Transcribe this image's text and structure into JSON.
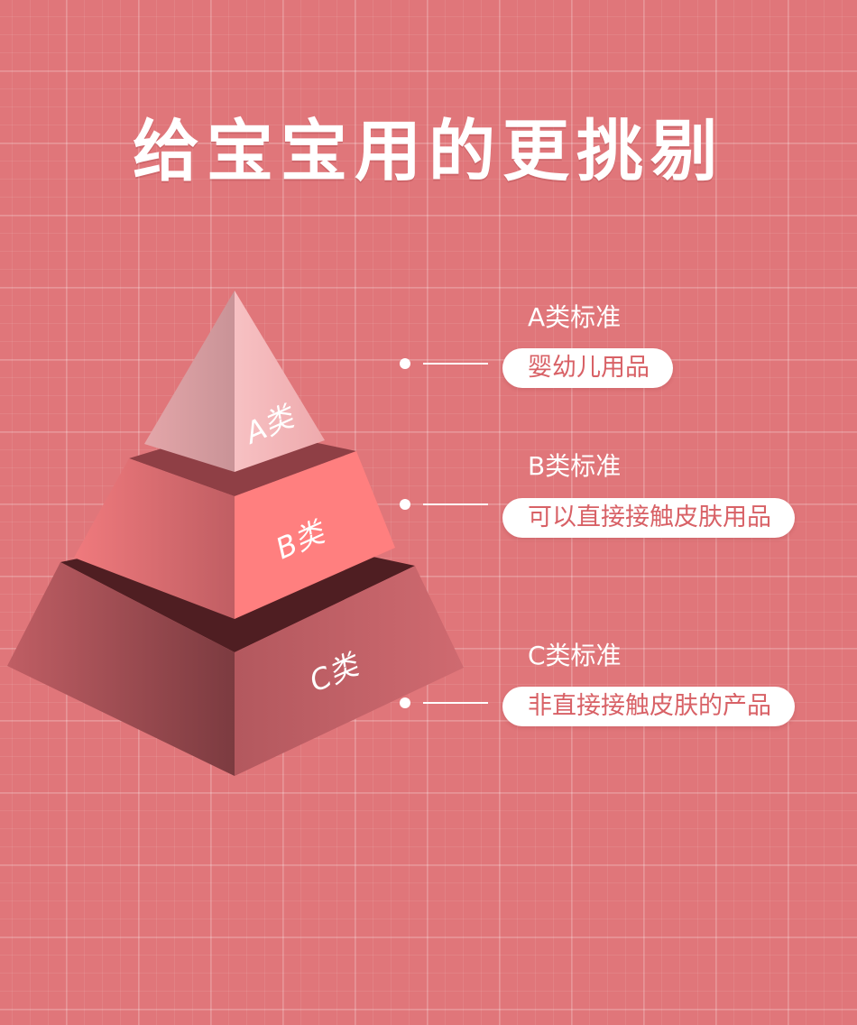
{
  "title": "给宝宝用的更挑剔",
  "pyramid": {
    "tiers": [
      {
        "label": "A类"
      },
      {
        "label": "B类"
      },
      {
        "label": "C类"
      }
    ]
  },
  "standards": [
    {
      "title": "A类标准",
      "desc": "婴幼儿用品"
    },
    {
      "title": "B类标准",
      "desc": "可以直接接触皮肤用品"
    },
    {
      "title": "C类标准",
      "desc": "非直接接触皮肤的产品"
    }
  ],
  "colors": {
    "background": "#e0767a",
    "tier_a_light": "#f2b3b5",
    "tier_b_light": "#ff7f7f",
    "tier_c_dark": "#8e4b50",
    "pill_text": "#d86166"
  }
}
